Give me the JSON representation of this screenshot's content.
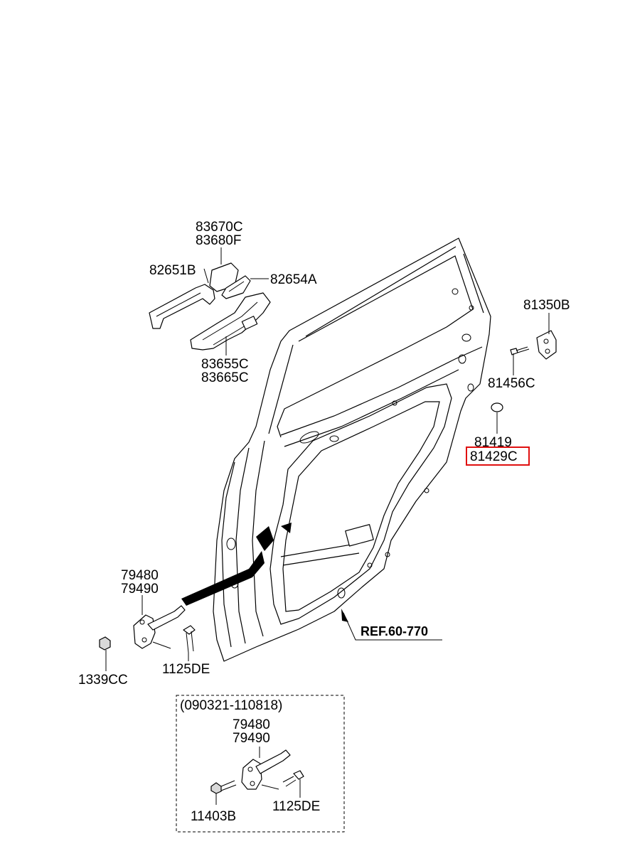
{
  "diagram": {
    "labels": {
      "handle_cap": [
        "83670C",
        "83680F"
      ],
      "outside_handle": "82651B",
      "gasket": "82654A",
      "handle_base": [
        "83655C",
        "83665C"
      ],
      "striker": "81350B",
      "striker_screw": "81456C",
      "plug": [
        "81419",
        "81429C"
      ],
      "checker": [
        "79480",
        "79490"
      ],
      "nut": "1339CC",
      "checker_bolt": "1125DE",
      "reference": "REF.60-770"
    },
    "inset": {
      "date_range": "(090321-110818)",
      "checker": [
        "79480",
        "79490"
      ],
      "bolt_a": "11403B",
      "bolt_b": "1125DE"
    },
    "highlight_color": "#e01010"
  }
}
